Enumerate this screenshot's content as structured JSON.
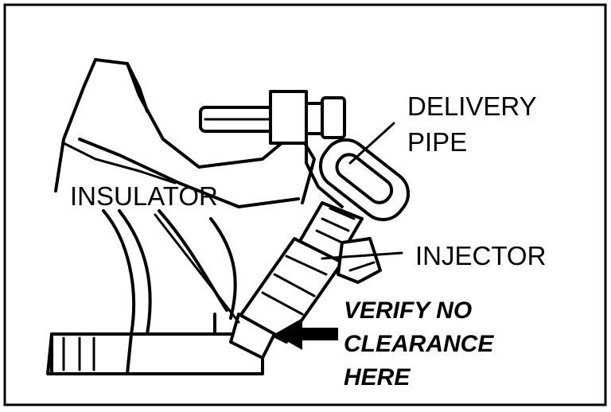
{
  "labels": {
    "delivery_pipe_line1": "DELIVERY",
    "delivery_pipe_line2": "PIPE",
    "insulator": "INSULATOR",
    "injector": "INJECTOR",
    "verify_line1": "VERIFY NO",
    "verify_line2": "CLEARANCE",
    "verify_line3": "HERE"
  }
}
